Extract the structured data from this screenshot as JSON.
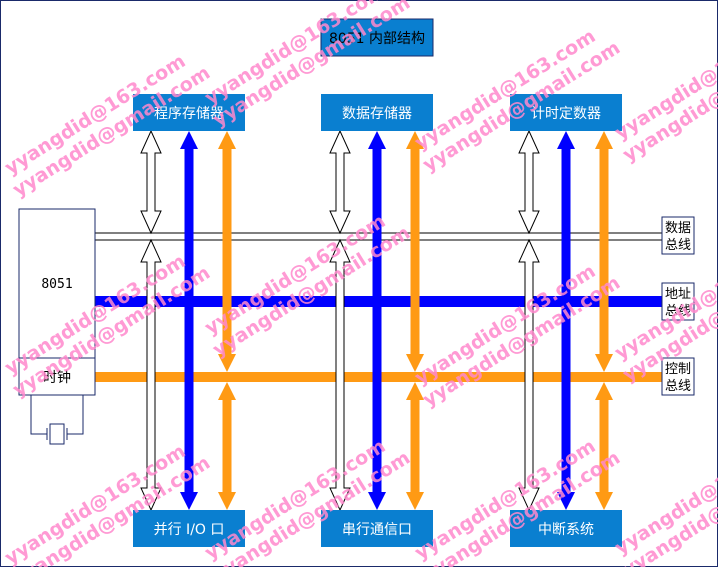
{
  "title": "8051 内部结构",
  "blocks": {
    "program_memory": "程序存储器",
    "data_memory": "数据存储器",
    "timer_counter": "计时定数器",
    "parallel_io": "并行 I/O 口",
    "serial_comm": "串行通信口",
    "interrupt_system": "中断系统"
  },
  "cpu": {
    "label": "8051",
    "clock": "时钟"
  },
  "buses": {
    "data": [
      "数据",
      "总线"
    ],
    "address": [
      "地址",
      "总线"
    ],
    "control": [
      "控制",
      "总线"
    ]
  },
  "colors": {
    "block_fill": "#0a7fd0",
    "block_text": "#ffffff",
    "address_bus": "#0000ff",
    "control_bus": "#ff9a14",
    "data_bus": "#ffffff",
    "outline": "#1a2a6a",
    "watermark": "#ff88cc"
  },
  "watermark": {
    "texts": [
      "yyangdid@163.com",
      "yyangdid@gmail.com"
    ]
  }
}
